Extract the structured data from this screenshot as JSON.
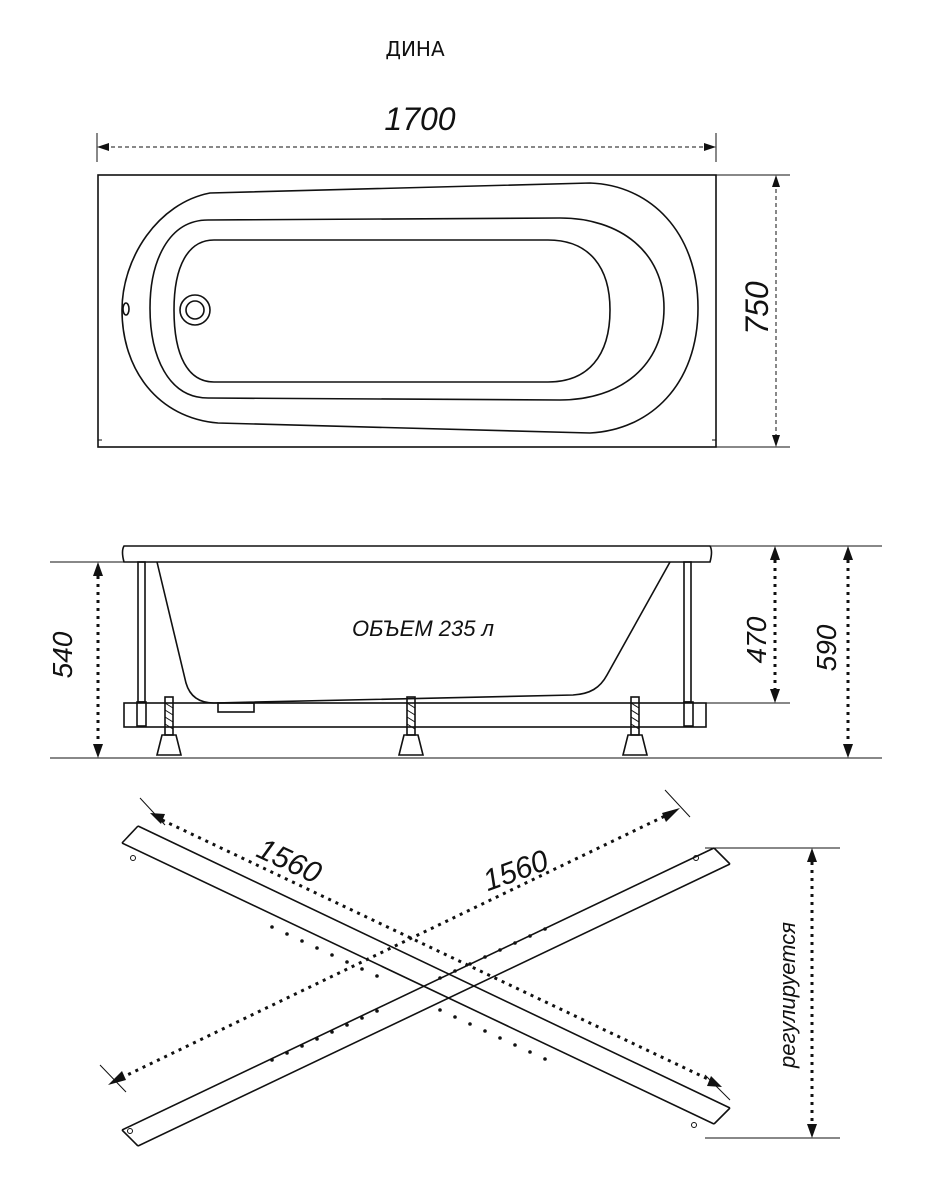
{
  "title": "ДИНА",
  "top_view": {
    "length_label": "1700",
    "width_label": "750"
  },
  "side_view": {
    "volume_label": "ОБЪЕМ 235 л",
    "frame_height_label": "540",
    "depth_label": "470",
    "total_height_label": "590"
  },
  "frame_view": {
    "bar_length_left_label": "1560",
    "bar_length_right_label": "1560",
    "adjustable_label": "регулируется"
  }
}
